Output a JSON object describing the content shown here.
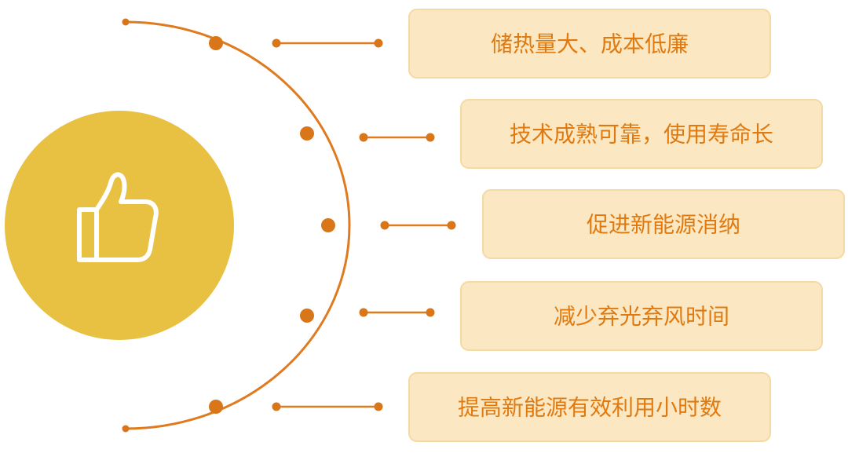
{
  "benefits": [
    {
      "label": "储热量大、成本低廉"
    },
    {
      "label": "技术成熟可靠，使用寿命长"
    },
    {
      "label": "促进新能源消纳"
    },
    {
      "label": "减少弃光弃风时间"
    },
    {
      "label": "提高新能源有效利用小时数"
    }
  ],
  "icon": "thumbs-up-icon",
  "colors": {
    "arc": "#e07a1f",
    "dot": "#d9761a",
    "hub_circle": "#e8c143",
    "icon_stroke": "#ffffff",
    "box_fill": "#fbe8c2",
    "box_stroke": "#f3d9a3",
    "text": "#e07a10"
  }
}
